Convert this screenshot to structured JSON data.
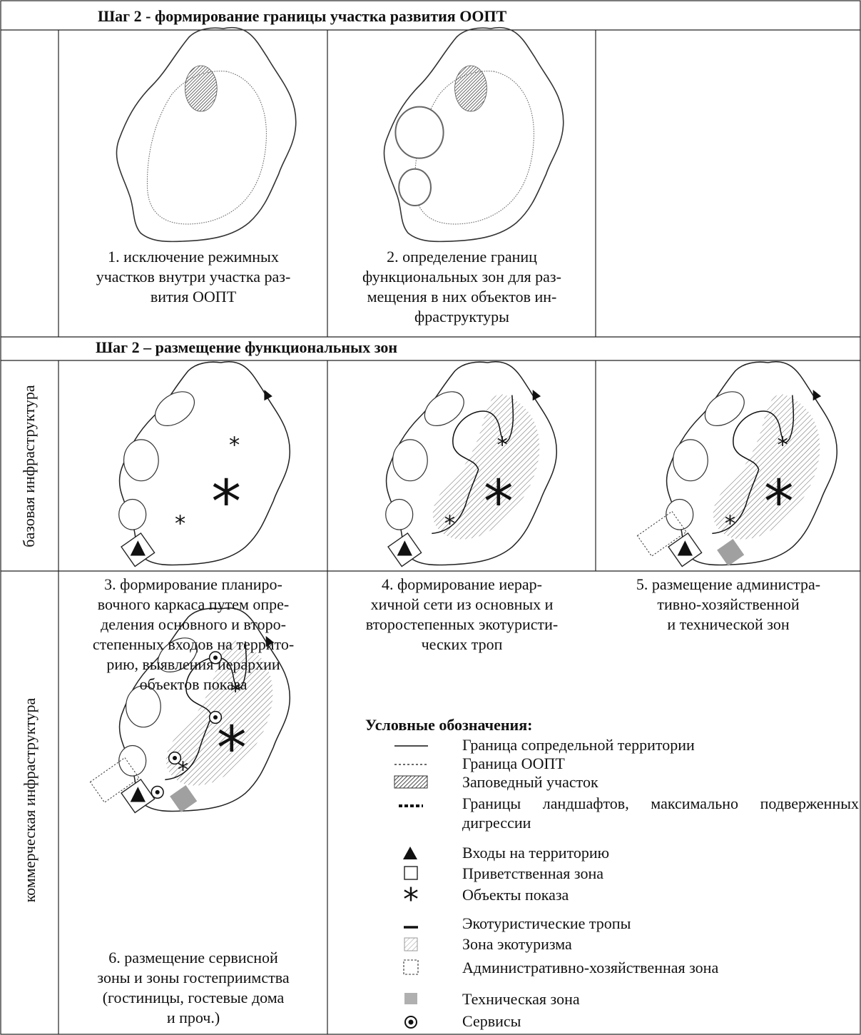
{
  "headers": {
    "step_boundary": "Шаг 2 - формирование границы участка развития ООПТ",
    "step_zones": "Шаг 2 – размещение функциональных зон"
  },
  "side_labels": {
    "base": "базовая инфраструктура",
    "commercial": "коммерческая инфраструктура"
  },
  "captions": {
    "c1": [
      "1. исключение режимных",
      "участков внутри участка раз-",
      "вития ООПТ"
    ],
    "c2": [
      "2. определение границ",
      "функциональных зон для раз-",
      "мещения в них объектов ин-",
      "фраструктуры"
    ],
    "c3": [
      "3. формирование планиро-",
      "вочного каркаса путем опре-",
      "деления основного и второ-",
      "степенных входов на террито-",
      "рию, выявления иерархии",
      "объектов показа"
    ],
    "c4": [
      "4. формирование иерар-",
      "хичной сети из основных и",
      "второстепенных экотуристи-",
      "ческих троп"
    ],
    "c5": [
      "5. размещение администра-",
      "тивно-хозяйственной",
      "и технической зон"
    ],
    "c6": [
      "6. размещение сервисной",
      "зоны и зоны гостеприимства",
      "(гостиницы, гостевые дома",
      "и проч.)"
    ]
  },
  "legend": {
    "title": "Условные обозначения:",
    "items": [
      {
        "symbol": "solid-line-icon",
        "label": "Граница сопредельной территории"
      },
      {
        "symbol": "dashed-line-icon",
        "label": "Граница ООПТ"
      },
      {
        "symbol": "hatched-rect-icon",
        "label": "Заповедный участок"
      },
      {
        "symbol": "dotted-bold-line-icon",
        "label": "Границы ландшафтов, максимально подверженных дигрессии"
      },
      {
        "symbol": "triangle-icon",
        "label": "Входы на территорию"
      },
      {
        "symbol": "square-outline-icon",
        "label": "Приветственная зона"
      },
      {
        "symbol": "asterisk-icon",
        "label": "Объекты показа"
      },
      {
        "symbol": "short-bold-line-icon",
        "label": "Экотуристические тропы"
      },
      {
        "symbol": "light-hatched-square-icon",
        "label": "Зона экотуризма"
      },
      {
        "symbol": "dashed-square-icon",
        "label": "Административно-хозяйственная зона"
      },
      {
        "symbol": "gray-square-icon",
        "label": "Техническая зона"
      },
      {
        "symbol": "bullseye-icon",
        "label": "Сервисы"
      }
    ]
  }
}
